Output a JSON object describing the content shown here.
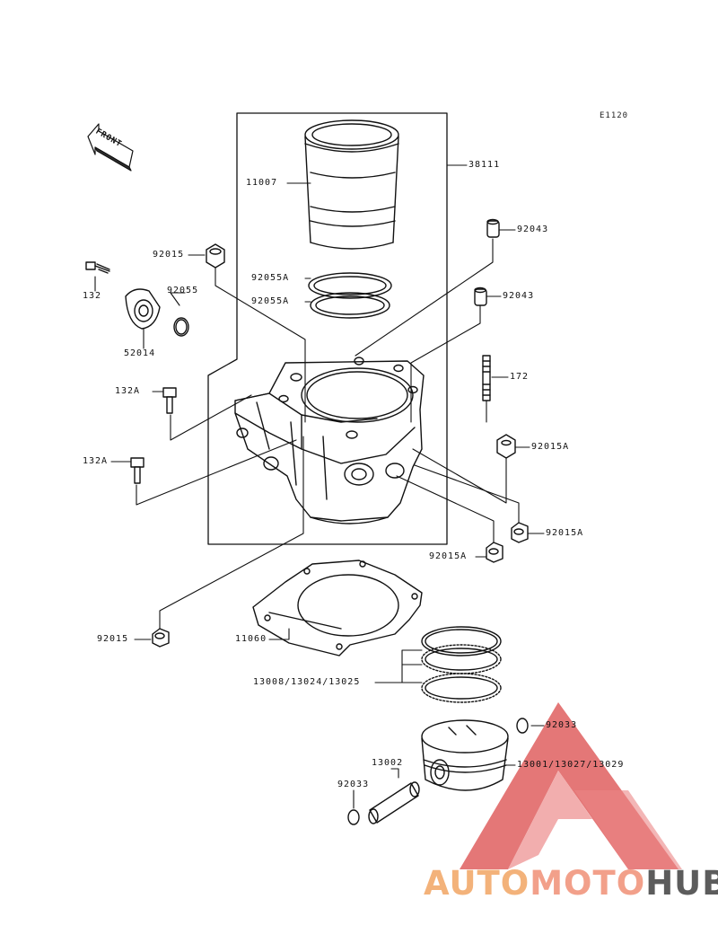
{
  "diagram": {
    "code": "E1120",
    "front_label": "FRONT",
    "labels": {
      "p11007": "11007",
      "p38111": "38111",
      "p92043a": "92043",
      "p92043b": "92043",
      "p92015_top": "92015",
      "p132": "132",
      "p92055": "92055",
      "p52014": "52014",
      "p92055a_1": "92055A",
      "p92055a_2": "92055A",
      "p132a_1": "132A",
      "p132a_2": "132A",
      "p172": "172",
      "p92015a_1": "92015A",
      "p92015a_2": "92015A",
      "p92015a_3": "92015A",
      "p92015_bot": "92015",
      "p11060": "11060",
      "p13008": "13008/13024/13025",
      "p92033_1": "92033",
      "p13002": "13002",
      "p13001": "13001/13027/13029",
      "p92033_2": "92033"
    }
  },
  "watermark": {
    "part1": "AUTO",
    "part2": "MOTO",
    "part3": "HUB",
    "color_orange": "#f3b27a",
    "color_salmon": "#f2a08a",
    "color_gray": "#5c5c5c"
  }
}
